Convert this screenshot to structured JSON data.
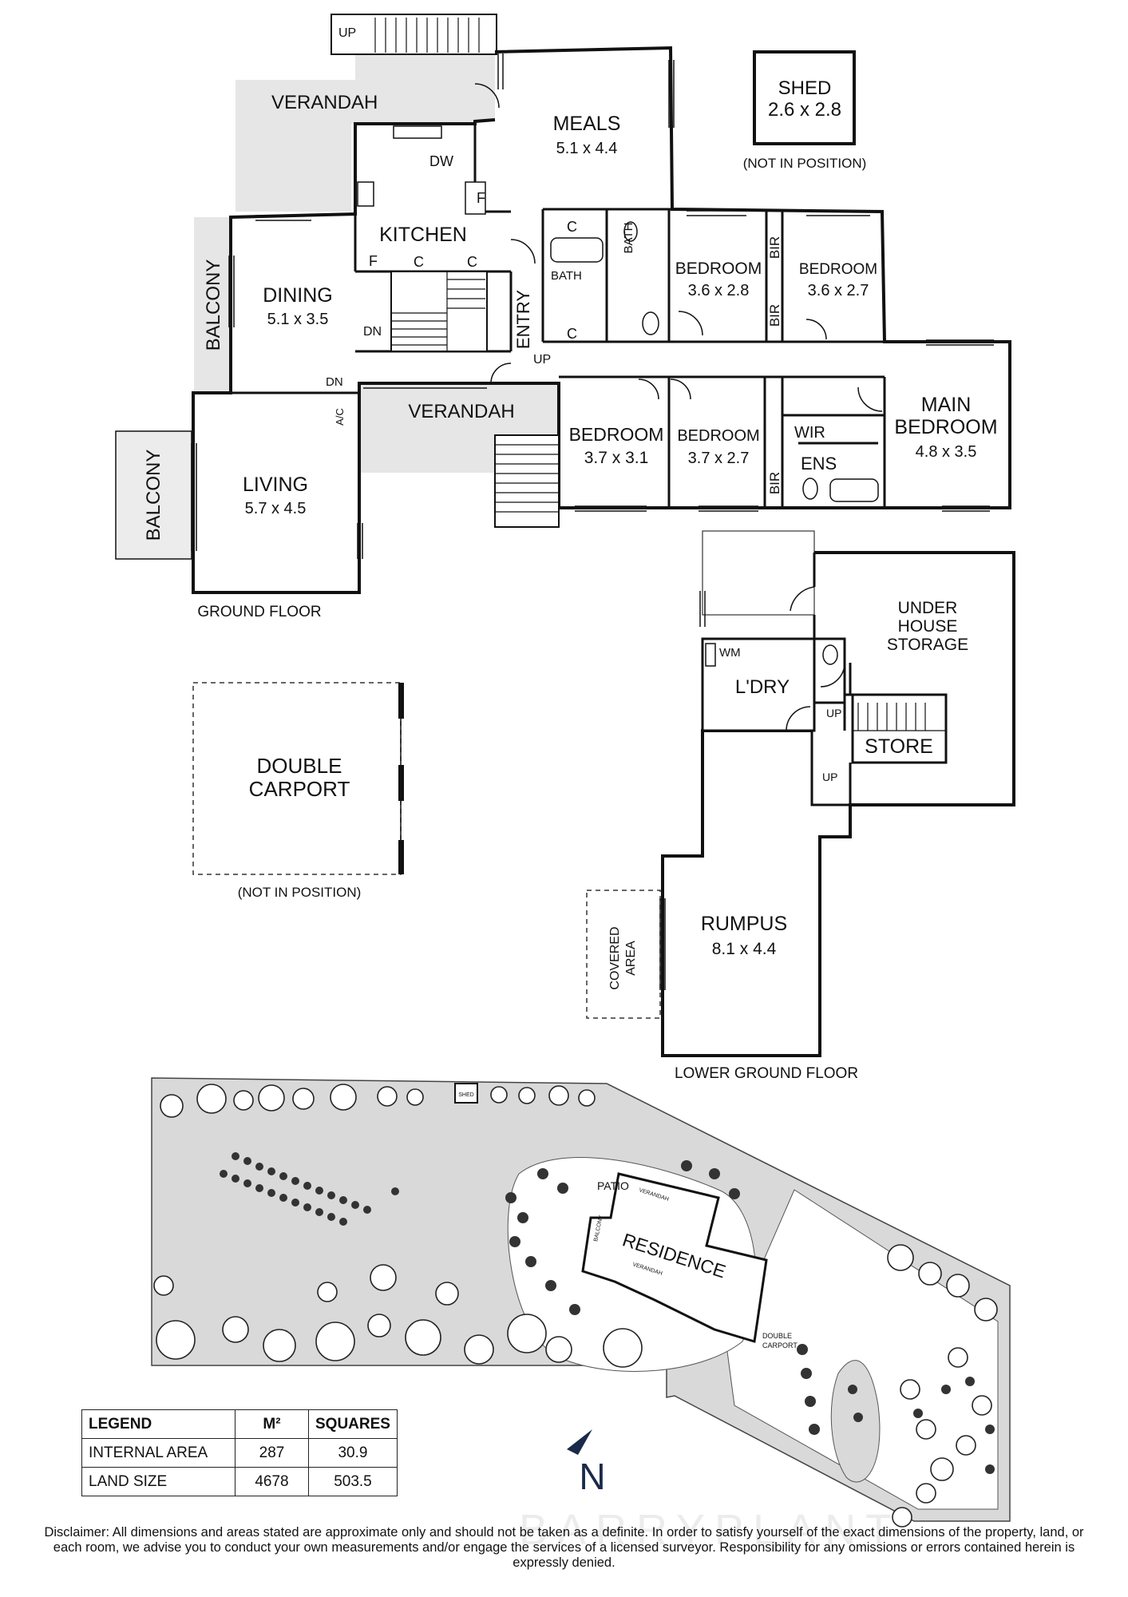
{
  "ground_floor": {
    "caption": "GROUND FLOOR",
    "rooms": {
      "verandah_top": "VERANDAH",
      "meals": "MEALS",
      "meals_dim": "5.1 x 4.4",
      "kitchen": "KITCHEN",
      "dining": "DINING",
      "dining_dim": "5.1 x 3.5",
      "balcony_left": "BALCONY",
      "entry": "ENTRY",
      "bath_a": "BATH",
      "bath_b": "BATH",
      "bedroom_a": "BEDROOM",
      "bedroom_a_dim": "3.6 x 2.8",
      "bedroom_b": "BEDROOM",
      "bedroom_b_dim": "3.6 x 2.7",
      "bir_a": "BIR",
      "bir_b": "BIR",
      "bir_c": "BIR",
      "main_bedroom_1": "MAIN",
      "main_bedroom_2": "BEDROOM",
      "main_bedroom_dim": "4.8 x 3.5",
      "wir": "WIR",
      "ens": "ENS",
      "bedroom_c": "BEDROOM",
      "bedroom_c_dim": "3.7 x 3.1",
      "bedroom_d": "BEDROOM",
      "bedroom_d_dim": "3.7 x 2.7",
      "verandah_mid": "VERANDAH",
      "living": "LIVING",
      "living_dim": "5.7 x 4.5",
      "balcony_living": "BALCONY"
    },
    "marks": {
      "up_stairs": "UP",
      "dw": "DW",
      "f1": "F",
      "f2": "F",
      "c1": "C",
      "c2": "C",
      "c3": "C",
      "c4": "C",
      "dn_stairs": "DN",
      "up_entry": "UP",
      "dn_living": "DN",
      "ac": "A/C"
    }
  },
  "shed": {
    "name": "SHED",
    "dim": "2.6 x 2.8",
    "note": "(NOT IN POSITION)"
  },
  "carport": {
    "line1": "DOUBLE",
    "line2": "CARPORT",
    "note": "(NOT IN POSITION)"
  },
  "lower_floor": {
    "caption": "LOWER GROUND FLOOR",
    "storage_1": "UNDER",
    "storage_2": "HOUSE",
    "storage_3": "STORAGE",
    "wm": "WM",
    "laundry": "L'DRY",
    "up_a": "UP",
    "up_b": "UP",
    "store": "STORE",
    "rumpus": "RUMPUS",
    "rumpus_dim": "8.1 x 4.4",
    "covered_1": "COVERED",
    "covered_2": "AREA"
  },
  "site": {
    "shed": "SHED",
    "patio": "PATIO",
    "residence": "RESIDENCE",
    "verandah_a": "VERANDAH",
    "verandah_b": "VERANDAH",
    "balcony": "BALCONY",
    "carport_1": "DOUBLE",
    "carport_2": "CARPORT"
  },
  "legend": {
    "headers": [
      "LEGEND",
      "M²",
      "SQUARES"
    ],
    "rows": [
      [
        "INTERNAL AREA",
        "287",
        "30.9"
      ],
      [
        "LAND SIZE",
        "4678",
        "503.5"
      ]
    ]
  },
  "north_label": "N",
  "watermark": "BARRYPLANT",
  "disclaimer": "Disclaimer: All dimensions and areas stated are approximate only and should not be taken as a definite. In order to satisfy yourself of the exact dimensions of the property, land, or each room, we advise you to conduct your own measurements and/or engage the services of a licensed surveyor. Responsibility for any omissions or errors contained herein is expressly denied."
}
